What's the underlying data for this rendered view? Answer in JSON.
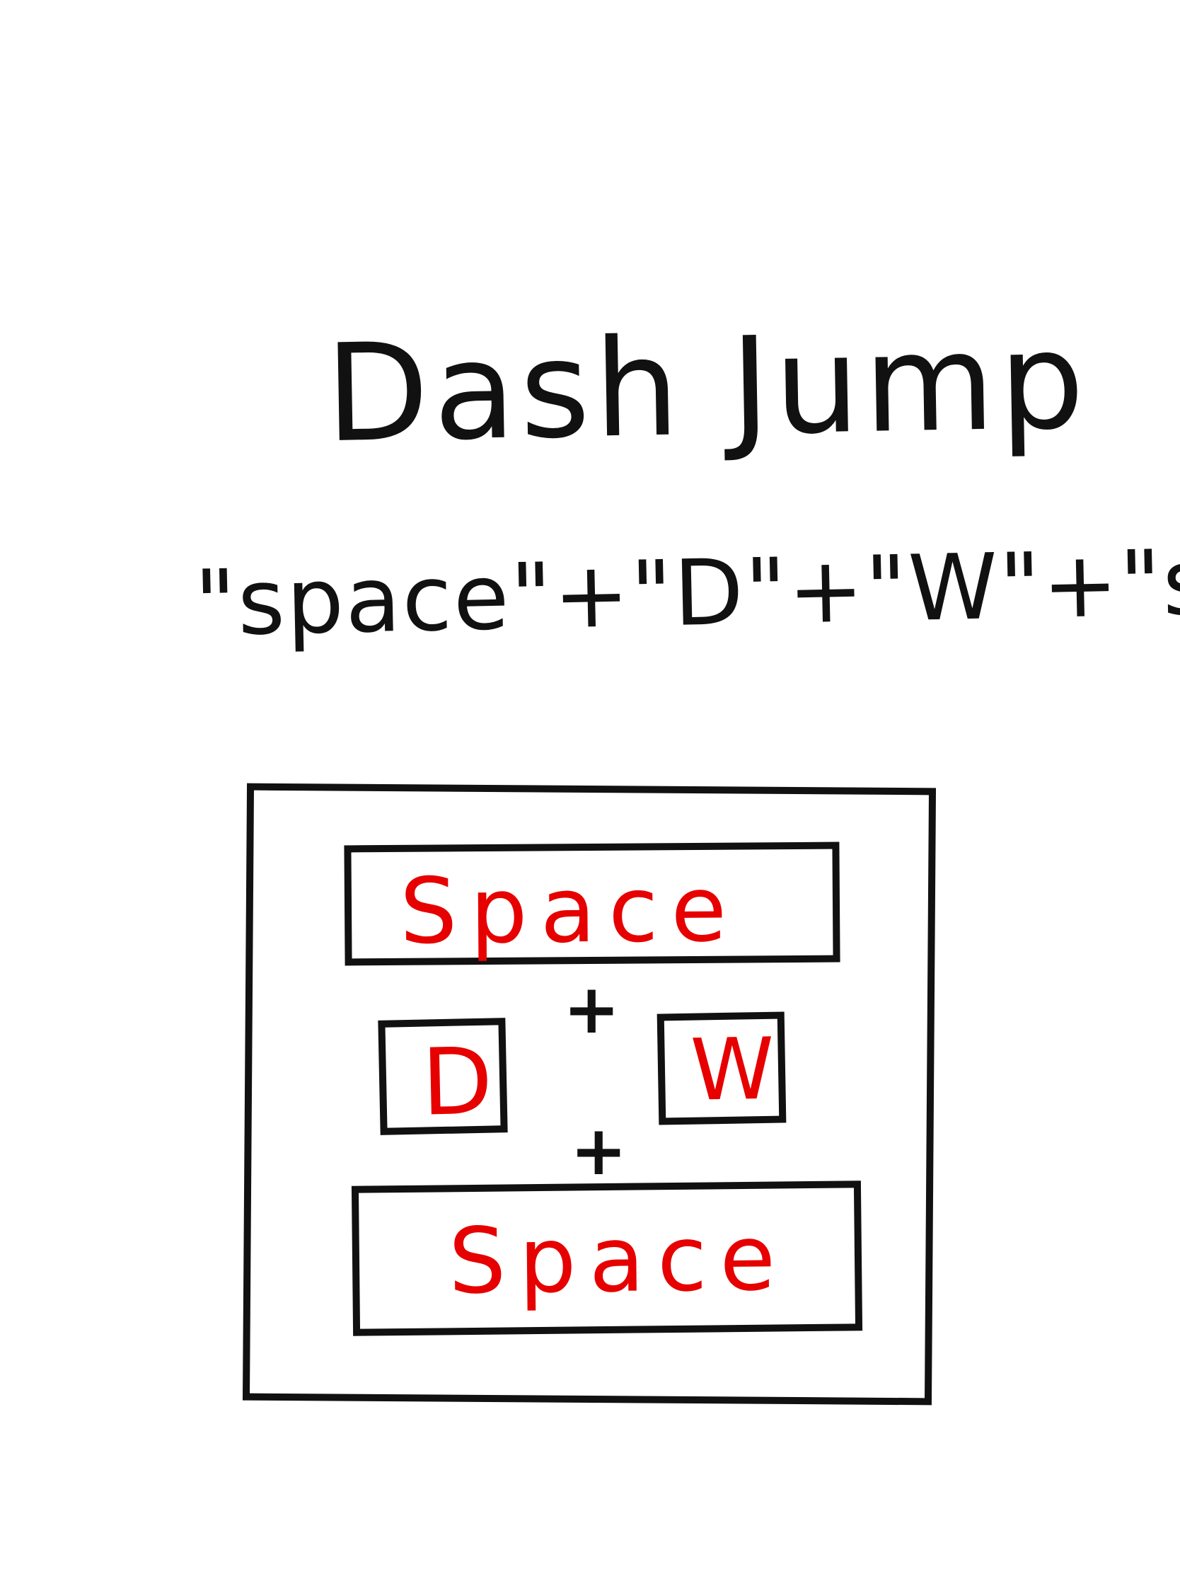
{
  "title": "Dash Jump",
  "formula": "\"space\"+\"D\"+\"W\"+\"space\"",
  "keys": {
    "space_top": "Space",
    "d": "D",
    "w": "W",
    "space_bottom": "Space"
  },
  "operators": {
    "plus_1": "+",
    "plus_2": "+"
  },
  "colors": {
    "ink": "#111111",
    "key_label": "#e60000",
    "background": "#ffffff"
  }
}
